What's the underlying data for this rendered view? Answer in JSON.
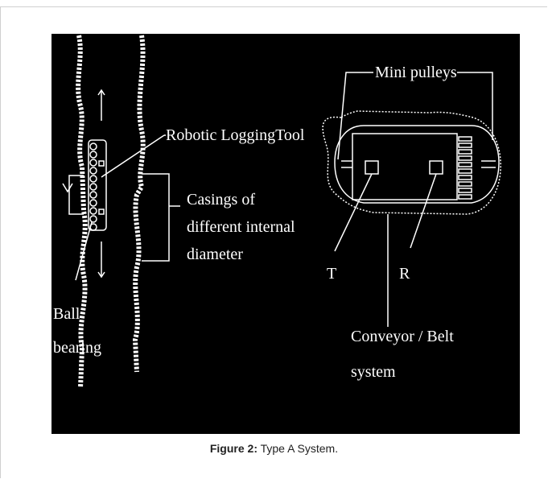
{
  "figure": {
    "caption_label": "Figure 2:",
    "caption_text": " Type A System."
  },
  "diagram": {
    "labels": {
      "robotic_tool": "Robotic LoggingTool",
      "casings_line1": "Casings of",
      "casings_line2": "different internal",
      "casings_line3": "diameter",
      "ball_line1": "Ball",
      "ball_line2": "bearing",
      "mini_pulleys": "Mini pulleys",
      "transmitter": "T",
      "receiver": "R",
      "conveyor_line1": "Conveyor / Belt",
      "conveyor_line2": "system"
    },
    "colors": {
      "background": "#000000",
      "stroke": "#ffffff"
    }
  }
}
